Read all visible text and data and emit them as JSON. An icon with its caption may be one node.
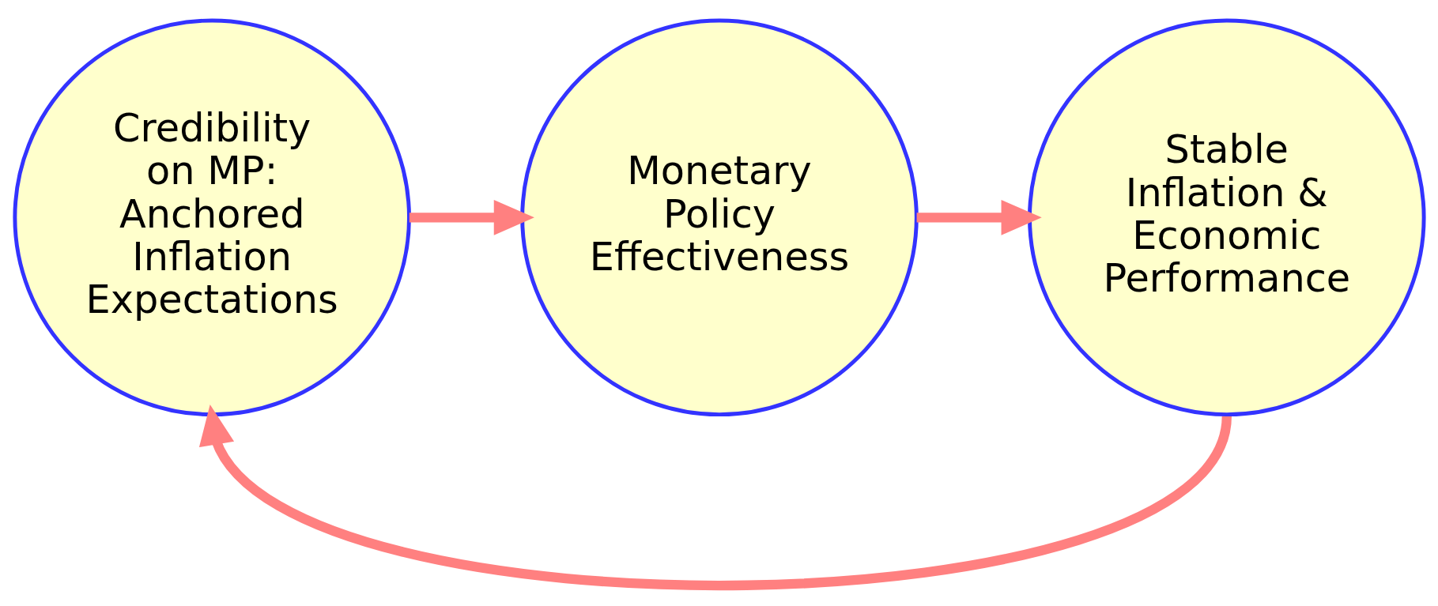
{
  "diagram": {
    "nodes": [
      {
        "text": [
          "Credibility on MP: Anchored Inflation Expectations"
        ]
      },
      {
        "text": [
          "Monetary Policy Effectiveness"
        ]
      },
      {
        "text": [
          "Stable Inflation & Economic Performance"
        ]
      }
    ],
    "edges": [
      {
        "from": 0,
        "to": 1,
        "arrow": "to"
      },
      {
        "from": 1,
        "to": 2,
        "arrow": "to"
      },
      {
        "from": 2,
        "to": 0,
        "arrow": "to"
      }
    ]
  }
}
